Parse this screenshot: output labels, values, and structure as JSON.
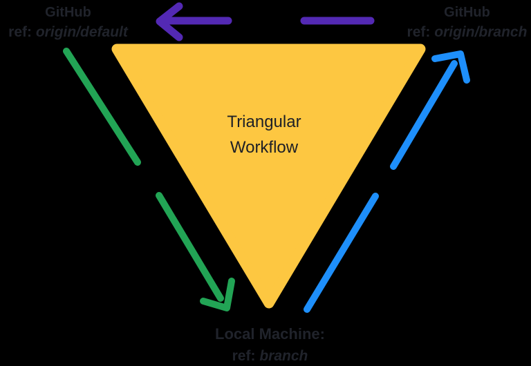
{
  "canvas": {
    "background": "#000000",
    "text_color": "#20232B"
  },
  "triangle": {
    "fill": "#FDC741",
    "label_line1": "Triangular",
    "label_line2": "Workflow",
    "text_color": "#1D1F26"
  },
  "labels": {
    "top_left": {
      "title": "GitHub",
      "ref_prefix": "ref:",
      "ref_value": "origin/default"
    },
    "top_right": {
      "title": "GitHub",
      "ref_prefix": "ref:",
      "ref_value": "origin/branch"
    },
    "bottom": {
      "title": "Local Machine:",
      "ref_prefix": "ref:",
      "ref_value": "branch"
    }
  },
  "arrows": {
    "top": {
      "color": "#5329B4",
      "direction": "left",
      "style": "dashed"
    },
    "left": {
      "color": "#22A455",
      "direction": "down-right",
      "style": "dashed"
    },
    "right": {
      "color": "#1E8FFB",
      "direction": "up-right",
      "style": "dashed"
    }
  }
}
